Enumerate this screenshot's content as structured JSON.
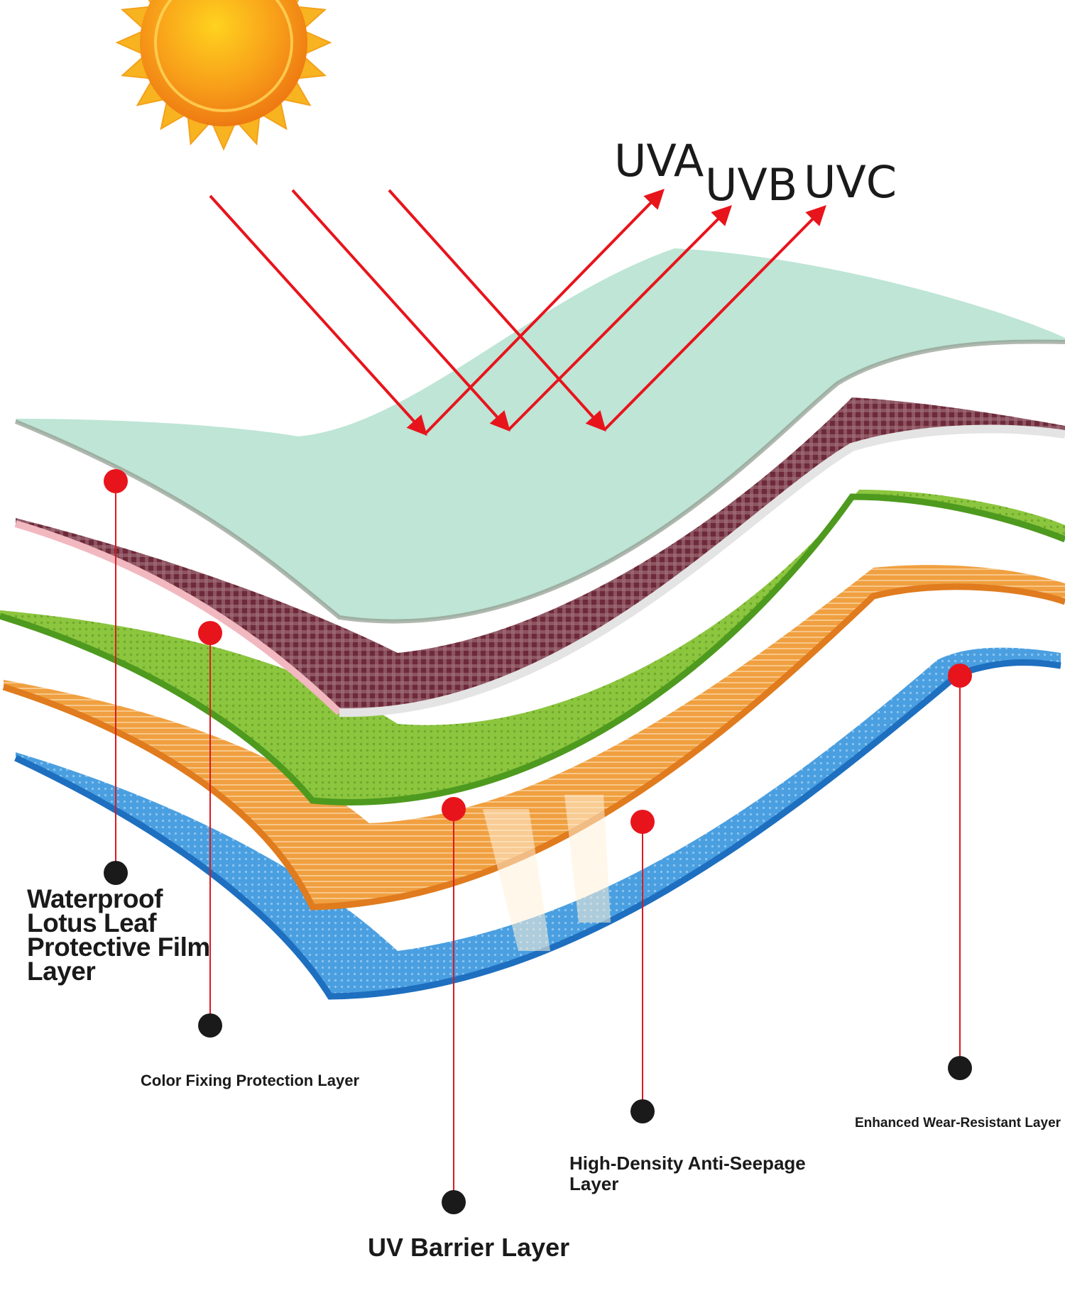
{
  "rays": {
    "uva": "UVA",
    "uvb": "UVB",
    "uvc": "UVC"
  },
  "layers": [
    {
      "id": "waterproof",
      "label": "Waterproof Lotus Leaf Protective Film Layer"
    },
    {
      "id": "color-fixing",
      "label": "Color Fixing Protection Layer"
    },
    {
      "id": "uv-barrier",
      "label": "UV Barrier Layer"
    },
    {
      "id": "anti-seepage",
      "label": "High-Density Anti-Seepage Layer"
    },
    {
      "id": "wear-resistant",
      "label": "Enhanced Wear-Resistant Layer"
    }
  ],
  "colors": {
    "ray": "#e8141c",
    "marker_red": "#e8141c",
    "marker_dark": "#1a1a1a",
    "film": "#a9dfc8",
    "color_fixing": "#6e2a3a",
    "uv_barrier": "#8cc63f",
    "anti_seepage": "#f0a040",
    "wear_resistant": "#4a9fe0",
    "sun": "#f7a21b"
  }
}
